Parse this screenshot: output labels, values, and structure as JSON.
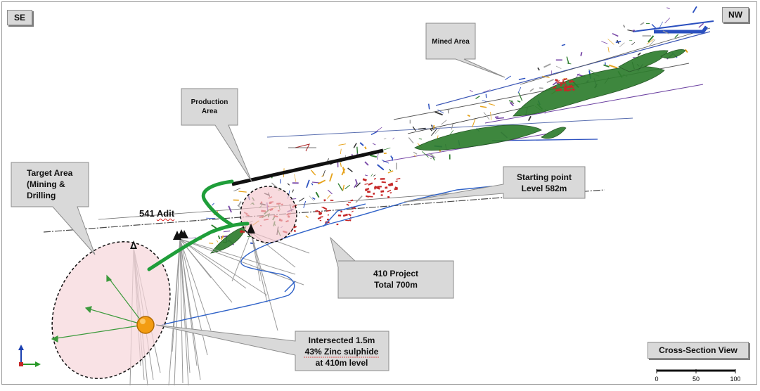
{
  "orientation": {
    "left": "SE",
    "right": "NW"
  },
  "labels": {
    "adit": "541 Adit",
    "adit_number": "541",
    "adit_word": "Adit"
  },
  "callouts": {
    "mined_area": "Mined Area",
    "production_area": [
      "Production",
      "Area"
    ],
    "target_area": [
      "Target Area",
      "(Mining &",
      "Drilling"
    ],
    "starting_point": [
      "Starting point",
      "Level 582m"
    ],
    "project_410": [
      "410 Project",
      "Total 700m"
    ],
    "intersected": [
      "Intersected 1.5m",
      "43% Zinc sulphide",
      "at 410m level"
    ]
  },
  "view_title": "Cross-Section View",
  "scale_bar": {
    "ticks": [
      "0",
      "50",
      "100"
    ]
  },
  "colors": {
    "callout_fill": "#d9d9d9",
    "zone_fill": "#f7d6da",
    "green_track": "#1f9e3a",
    "tunnel_blue": "#2f62c8",
    "drill_grey": "#9a9a9a",
    "ore_green": "#2e7d2e",
    "ore_red": "#c62828",
    "target_marker": "#f39c12"
  }
}
